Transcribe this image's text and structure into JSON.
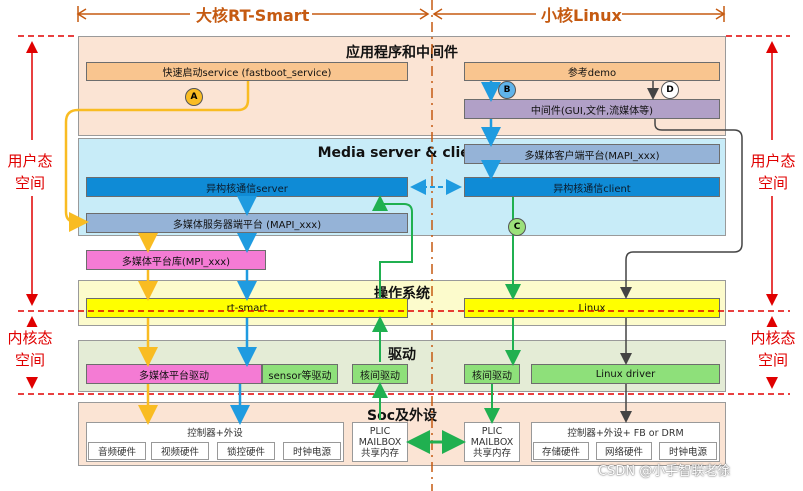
{
  "header": {
    "big_core": "大核RT-Smart",
    "small_core": "小核Linux"
  },
  "side_labels": {
    "user_space": "用户态空间",
    "kernel_space": "内核态空间"
  },
  "layers": {
    "app": "应用程序和中间件",
    "media": "Media server & client",
    "os": "操作系统",
    "driver": "驱动",
    "soc": "Soc及外设"
  },
  "boxes": {
    "fastboot": "快速启动service (fastboot_service)",
    "demo": "参考demo",
    "middleware": "中间件(GUI,文件,流媒体等)",
    "media_client_platform": "多媒体客户端平台(MAPI_xxx)",
    "ipc_server": "异构核通信server",
    "ipc_client": "异构核通信client",
    "media_server_platform": "多媒体服务器端平台 (MAPI_xxx)",
    "mpi_lib": "多媒体平台库(MPI_xxx)",
    "rtsmart": "rt-smart",
    "linux": "Linux",
    "media_driver": "多媒体平台驱动",
    "sensor_driver": "sensor等驱动",
    "ipc_driver_big": "核间驱动",
    "ipc_driver_small": "核间驱动",
    "linux_driver": "Linux driver",
    "ctrl_big": "控制器+外设",
    "ctrl_small": "控制器+外设+ FB or DRM",
    "plic_big": [
      "PLIC",
      "MAILBOX",
      "共享内存"
    ],
    "plic_small": [
      "PLIC",
      "MAILBOX",
      "共享内存"
    ],
    "hw_audio": "音频硬件",
    "hw_video": "视频硬件",
    "hw_lock": "锁控硬件",
    "hw_clock": "时钟电源",
    "hw_storage": "存储硬件",
    "hw_network": "网络硬件",
    "hw_clock2": "时钟电源"
  },
  "markers": {
    "a": "A",
    "b": "B",
    "c": "C",
    "d": "D"
  },
  "watermark": "CSDN @小手智联老徐",
  "colors": {
    "orange": "#f9bc22",
    "blue": "#1f9be0",
    "green": "#20b050",
    "gray": "#444444",
    "red": "#e00000"
  }
}
